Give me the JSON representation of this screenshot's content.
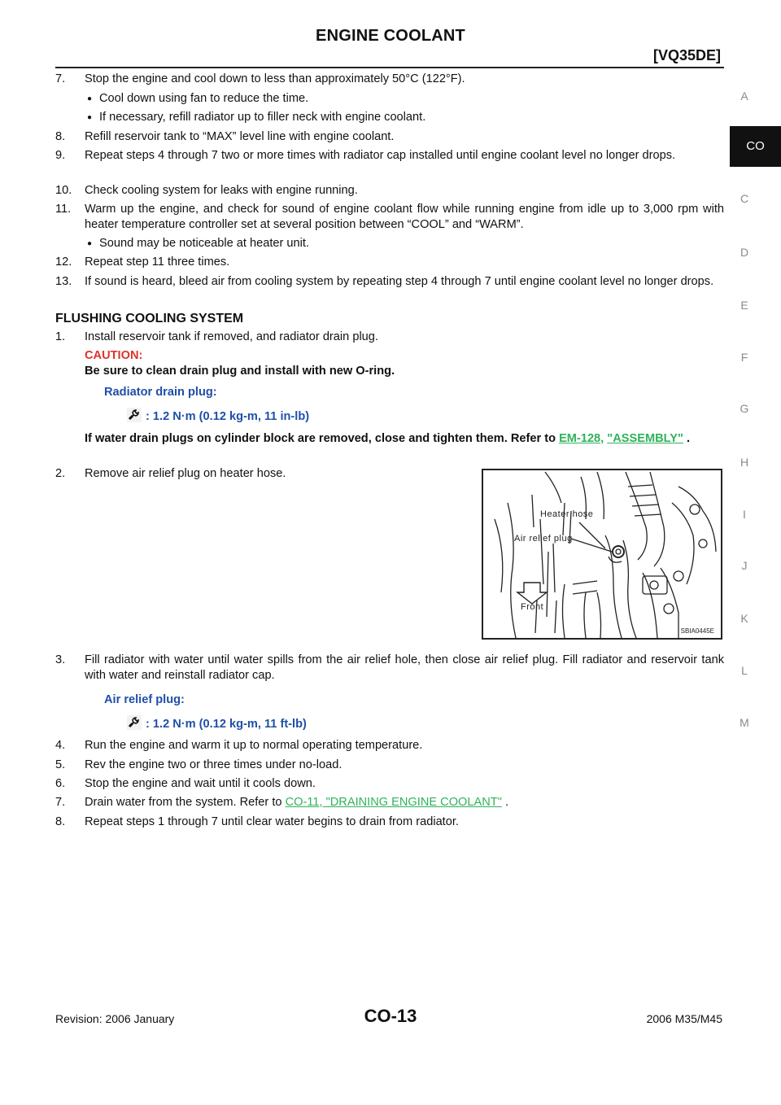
{
  "header": {
    "title": "ENGINE COOLANT",
    "model": "[VQ35DE]"
  },
  "sidebar": {
    "letters": [
      "A",
      "C",
      "D",
      "E",
      "F",
      "G",
      "H",
      "I",
      "J",
      "K",
      "L",
      "M"
    ],
    "active": "CO"
  },
  "steps_a": {
    "s7": {
      "num": "7.",
      "text": "Stop the engine and cool down to less than approximately 50°C (122°F)."
    },
    "s7_b1": "Cool down using fan to reduce the time.",
    "s7_b2": "If necessary, refill radiator up to filler neck with engine coolant.",
    "s8": {
      "num": "8.",
      "text": "Refill reservoir tank to “MAX” level line with engine coolant."
    },
    "s9": {
      "num": "9.",
      "text": "Repeat steps 4 through 7 two or more times with radiator cap installed until engine coolant level no longer drops."
    },
    "s10": {
      "num": "10.",
      "text": "Check cooling system for leaks with engine running."
    },
    "s11": {
      "num": "11.",
      "text": "Warm up the engine, and check for sound of engine coolant flow while running engine from idle up to 3,000 rpm with heater temperature controller set at several position between “COOL” and “WARM”."
    },
    "s11_b1": "Sound may be noticeable at heater unit.",
    "s12": {
      "num": "12.",
      "text": "Repeat step 11 three times."
    },
    "s13": {
      "num": "13.",
      "text": "If sound is heard, bleed air from cooling system by repeating step 4 through 7 until engine coolant level no longer drops."
    }
  },
  "flushing": {
    "heading": "FLUSHING COOLING SYSTEM",
    "s1": {
      "num": "1.",
      "text": "Install reservoir tank if removed, and radiator drain plug."
    },
    "caution_label": "CAUTION:",
    "caution_text": "Be sure to clean drain plug and install with new O-ring.",
    "drain_plug_label": "Radiator drain plug:",
    "drain_plug_torque": ": 1.2 N·m (0.12 kg-m, 11 in-lb)",
    "block_note": "If water drain plugs on cylinder block are removed, close and tighten them. Refer to",
    "block_link_1": "EM-128,",
    "block_link_2": "\"ASSEMBLY\"",
    "block_note_end": ".",
    "s2": {
      "num": "2.",
      "text": "Remove air relief plug on heater hose."
    },
    "s3": {
      "num": "3.",
      "text": "Fill radiator with water until water spills from the air relief hole, then close air relief plug. Fill radiator and reservoir tank with water and reinstall radiator cap."
    },
    "air_plug_label": "Air relief plug:",
    "air_plug_torque": ": 1.2 N·m (0.12 kg-m, 11 ft-lb)",
    "s4": {
      "num": "4.",
      "text": "Run the engine and warm it up to normal operating temperature."
    },
    "s5": {
      "num": "5.",
      "text": "Rev the engine two or three times under no-load."
    },
    "s6": {
      "num": "6.",
      "text": "Stop the engine and wait until it cools down."
    },
    "s7": {
      "num": "7.",
      "text_before": "Drain water from the system. Refer to",
      "link": "CO-11, \"DRAINING ENGINE COOLANT\"",
      "text_after": "."
    },
    "s8": {
      "num": "8.",
      "text": "Repeat steps 1 through 7 until clear water begins to drain from radiator."
    }
  },
  "figure": {
    "heater_hose": "Heater hose",
    "air_relief_plug": "Air relief plug",
    "front": "Front",
    "code": "SBIA0445E"
  },
  "footer": {
    "revision": "Revision: 2006 January",
    "page": "CO-13",
    "model": "2006 M35/M45"
  }
}
